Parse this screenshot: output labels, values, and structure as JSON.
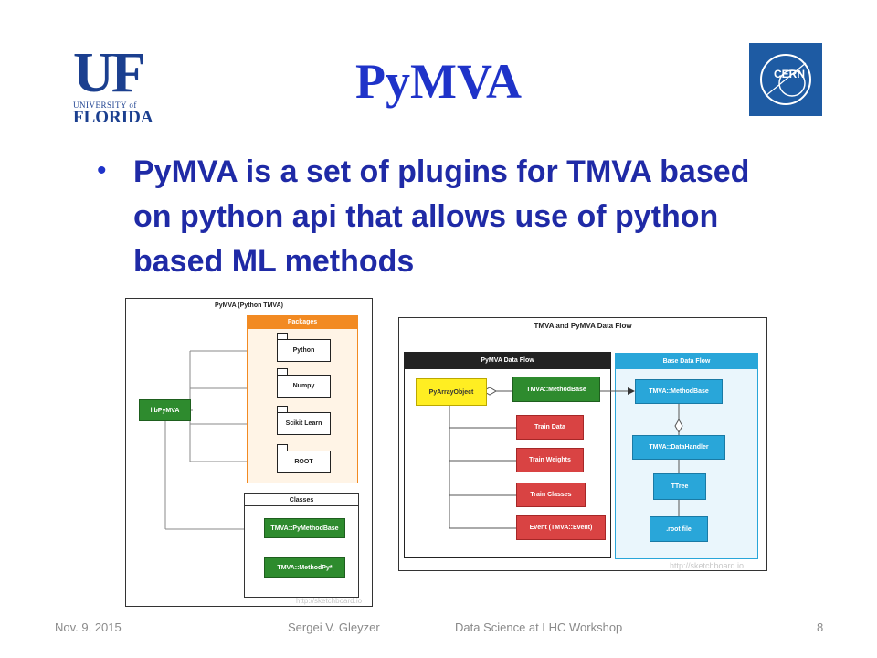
{
  "slide": {
    "title": "PyMVA",
    "bullet": "PyMVA is a set of plugins for TMVA based on python api that allows use of python based ML methods"
  },
  "logos": {
    "uf": {
      "letters": "UF",
      "line1": "UNIVERSITY of",
      "line2": "FLORIDA"
    },
    "cern": {
      "text": "CERN"
    }
  },
  "diagram_left": {
    "title": "PyMVA (Python TMVA)",
    "packages_title": "Packages",
    "packages": [
      "Python",
      "Numpy",
      "Scikit Learn",
      "ROOT"
    ],
    "lib": "libPyMVA",
    "classes_title": "Classes",
    "classes": [
      "TMVA::PyMethodBase",
      "TMVA::MethodPy*"
    ],
    "watermark": "http://sketchboard.io"
  },
  "diagram_right": {
    "title": "TMVA and PyMVA Data Flow",
    "pymva_title": "PyMVA Data Flow",
    "base_title": "Base Data Flow",
    "pyarray": "PyArrayObject",
    "method_base": "TMVA::MethodBase",
    "train_items": [
      "Train Data",
      "Train Weights",
      "Train Classes",
      "Event (TMVA::Event)"
    ],
    "base_items": [
      "TMVA::MethodBase",
      "TMVA::DataHandler",
      "TTree",
      ".root file"
    ],
    "watermark": "http://sketchboard.io"
  },
  "footer": {
    "date": "Nov. 9, 2015",
    "author": "Sergei V. Gleyzer",
    "event": "Data Science at LHC Workshop",
    "page": "8"
  },
  "colors": {
    "title_blue": "#1f33c9",
    "green": "#2e8b2e",
    "red": "#d94343",
    "blue": "#29a6d9",
    "orange": "#f28a22",
    "yellow": "#ffee22"
  }
}
